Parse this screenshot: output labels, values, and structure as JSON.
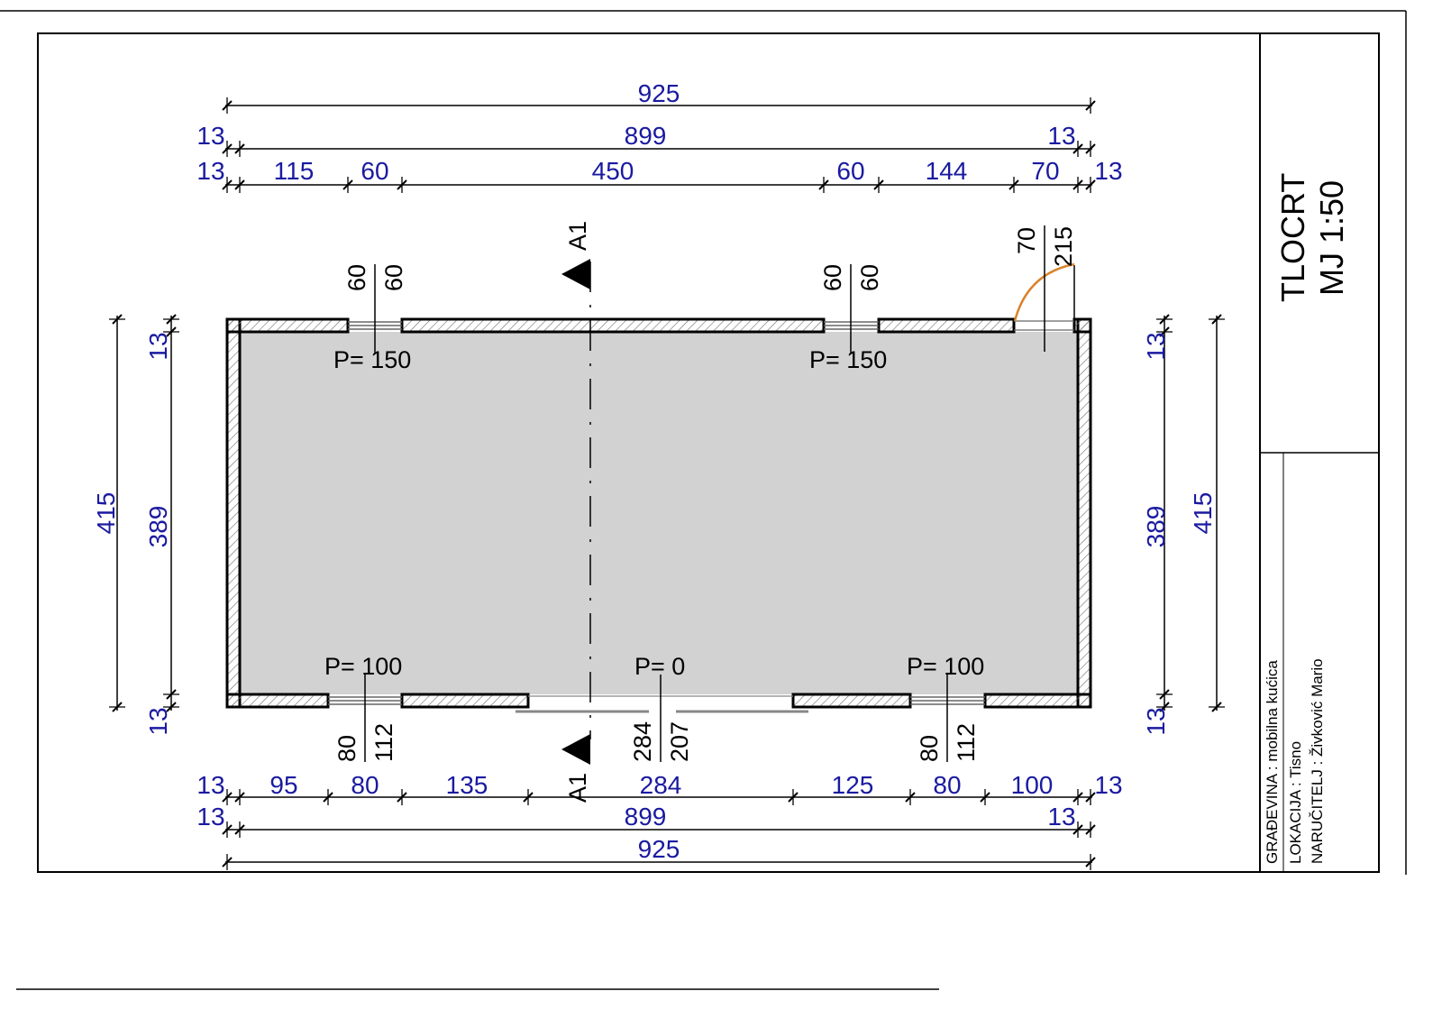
{
  "title_block": {
    "title": "TLOCRT",
    "scale": "MJ 1:50",
    "building": "GRAĐEVINA : mobilna kućica",
    "location": "LOKACIJA : Tisno",
    "client": "NARUČITELJ : Živković Mario"
  },
  "section_mark": "A1",
  "dimensions": {
    "top": {
      "overall": "925",
      "inner": {
        "left_wall": "13",
        "clear": "899",
        "right_wall": "13"
      },
      "chain": {
        "d0": "13",
        "d1": "115",
        "d2": "60",
        "d3": "450",
        "d4": "60",
        "d5": "144",
        "d6": "70",
        "d7": "13"
      }
    },
    "bottom": {
      "chain": {
        "d0": "13",
        "d1": "95",
        "d2": "80",
        "d3": "135",
        "d4": "284",
        "d5": "125",
        "d6": "80",
        "d7": "100",
        "d8": "13"
      },
      "inner": {
        "left_wall": "13",
        "clear": "899",
        "right_wall": "13"
      },
      "overall": "925"
    },
    "left": {
      "overall": "415",
      "clear": "389",
      "wall_top": "13",
      "wall_bottom": "13"
    },
    "right": {
      "overall": "415",
      "clear": "389",
      "wall_top": "13",
      "wall_bottom": "13"
    }
  },
  "openings": {
    "top_window_1": {
      "width": "60",
      "height": "60",
      "sill": "P= 150"
    },
    "top_window_2": {
      "width": "60",
      "height": "60",
      "sill": "P= 150"
    },
    "top_door": {
      "width": "70",
      "height": "215"
    },
    "bottom_window_1": {
      "width": "80",
      "height": "112",
      "sill": "P= 100"
    },
    "bottom_door": {
      "width": "284",
      "height": "207",
      "sill": "P= 0"
    },
    "bottom_window_2": {
      "width": "80",
      "height": "112",
      "sill": "P= 100"
    }
  },
  "colors": {
    "dimension_text": "#1a1aa0",
    "floor_fill": "#d2d2d2",
    "door_swing": "#d9822b",
    "line": "#000000"
  }
}
